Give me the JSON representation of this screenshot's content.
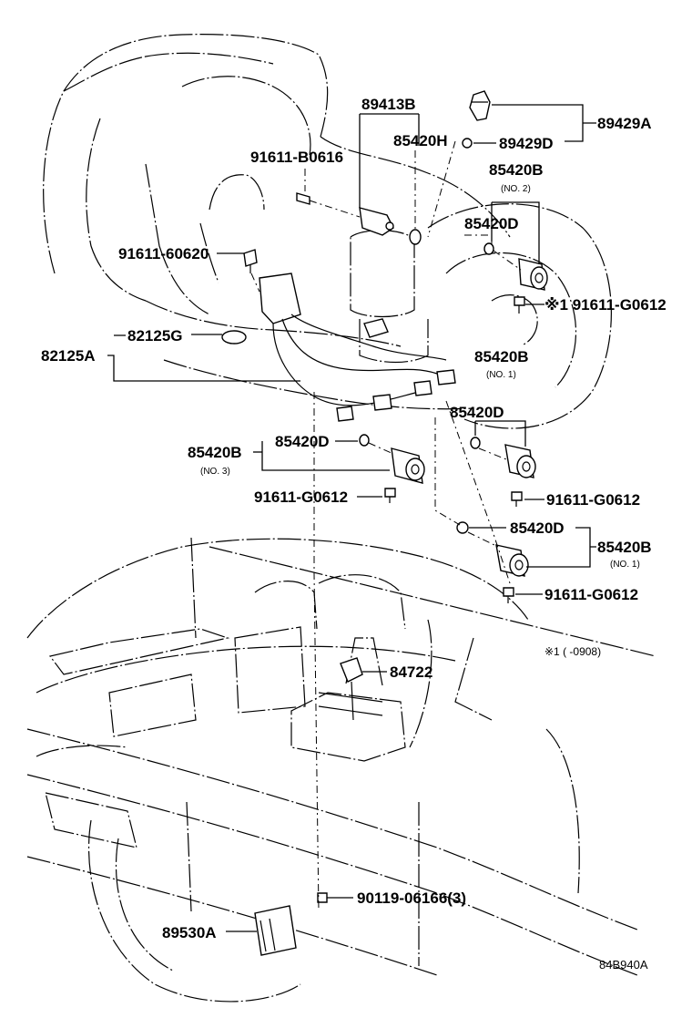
{
  "labels": {
    "p89413B": "89413B",
    "p85420H": "85420H",
    "p89429A": "89429A",
    "p89429D": "89429D",
    "p91611B0616": "91611-B0616",
    "p85420B_no2": "85420B",
    "no2": "(NO. 2)",
    "p85420D_top": "85420D",
    "p9161160620": "91611-60620",
    "p91611G0612_star": "※1 91611-G0612",
    "p82125G": "82125G",
    "p82125A": "82125A",
    "p85420B_no1_top": "85420B",
    "no1_top": "(NO. 1)",
    "p85420D_mid": "85420D",
    "p85420D_left": "85420D",
    "p85420B_no3": "85420B",
    "no3": "(NO. 3)",
    "p91611G0612_left": "91611-G0612",
    "p91611G0612_right1": "91611-G0612",
    "p85420D_lower": "85420D",
    "p85420B_no1_lower": "85420B",
    "no1_lower": "(NO. 1)",
    "p91611G0612_right2": "91611-G0612",
    "footnote": "※1 (    -0908)",
    "p84722": "84722",
    "p9011906166": "90119-06166(3)",
    "p89530A": "89530A",
    "diagram_code": "84B940A"
  }
}
